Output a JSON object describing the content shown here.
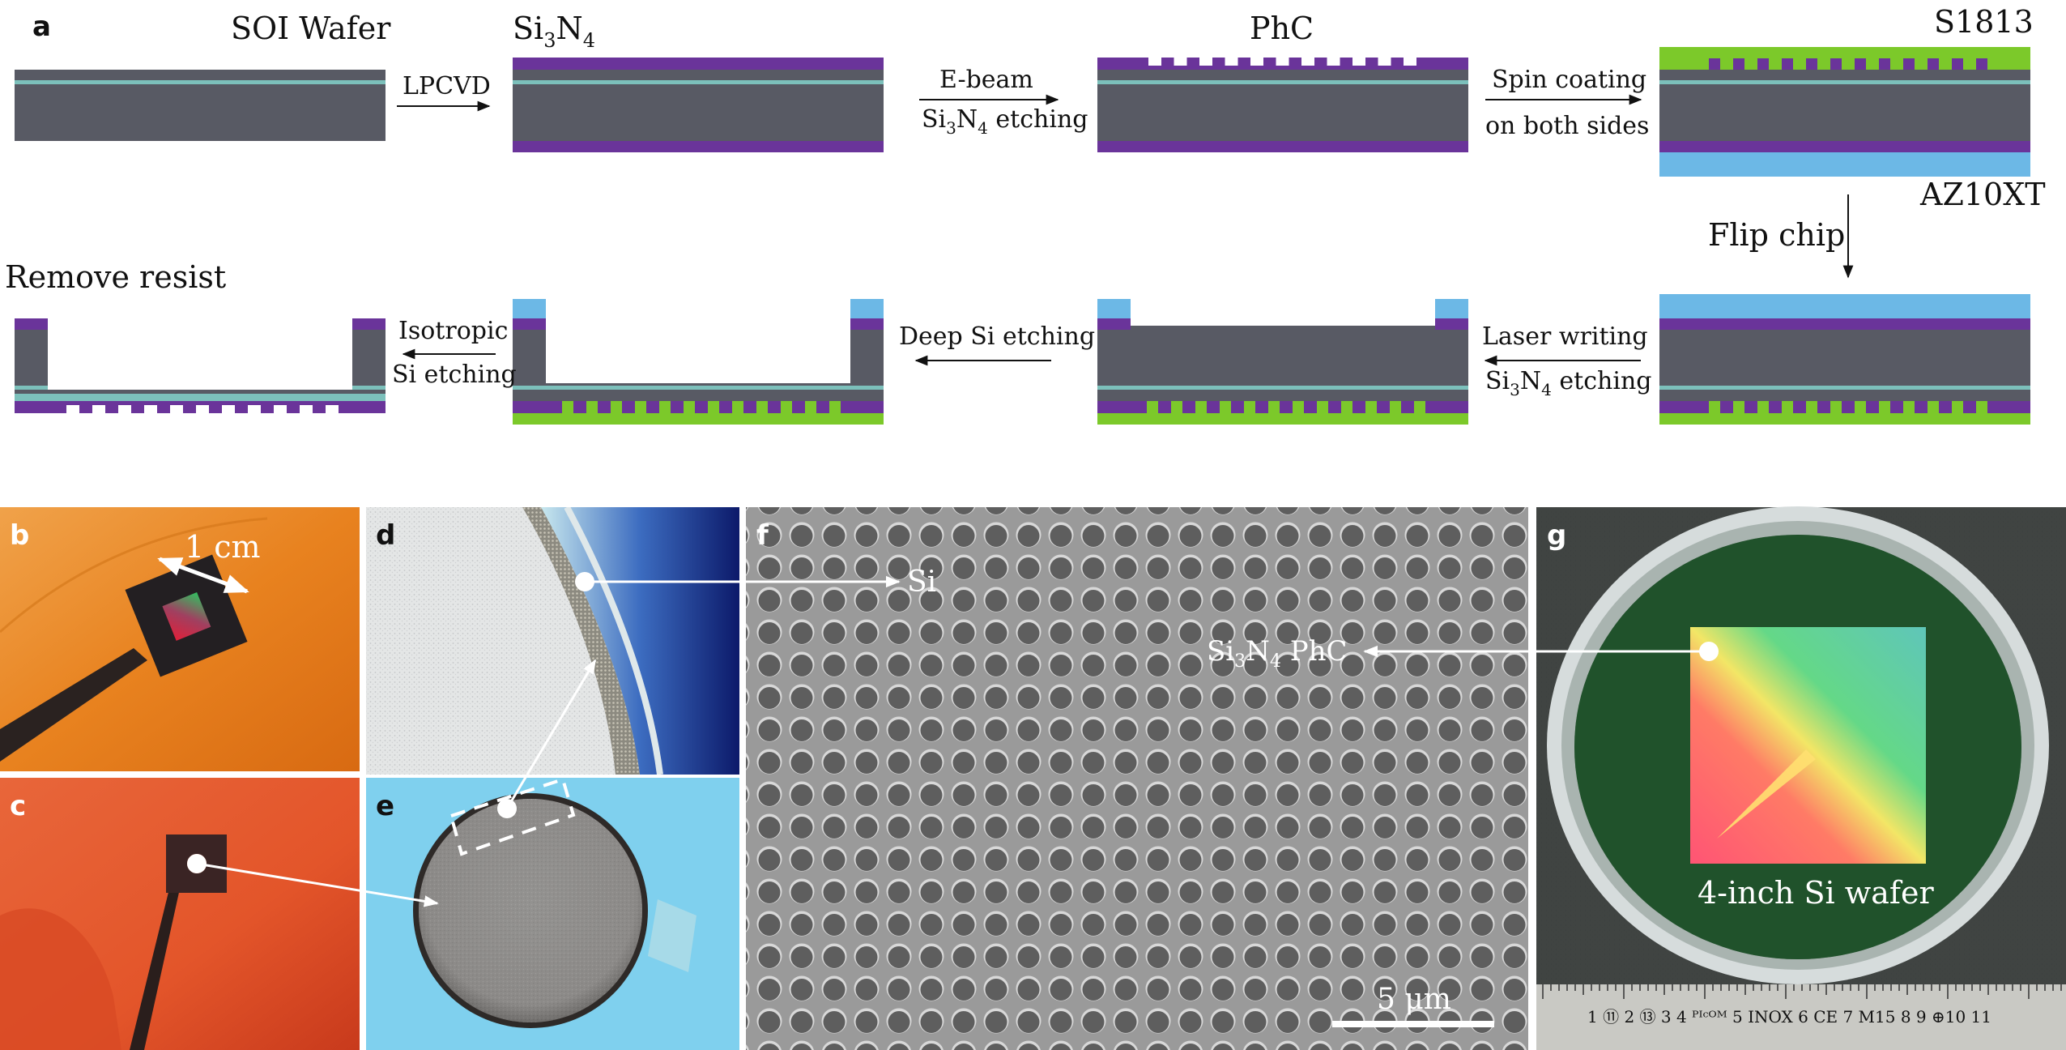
{
  "panel_letters": {
    "a": "a",
    "b": "b",
    "c": "c",
    "d": "d",
    "e": "e",
    "f": "f",
    "g": "g"
  },
  "process": {
    "soi_wafer": "SOI Wafer",
    "si3n4": {
      "base": "Si",
      "sub1": "3",
      "mid": "N",
      "sub2": "4"
    },
    "lpcvd": "LPCVD",
    "ebeam_line1": "E-beam",
    "ebeam_line2": {
      "base": "Si",
      "sub1": "3",
      "mid": "N",
      "sub2": "4",
      "rest": " etching"
    },
    "phc": "PhC",
    "spin_line1": "Spin coating",
    "spin_line2": "on both sides",
    "s1813": "S1813",
    "az10xt": "AZ10XT",
    "flip_chip": "Flip chip",
    "laser_line1": "Laser writing",
    "laser_line2": {
      "base": "Si",
      "sub1": "3",
      "mid": "N",
      "sub2": "4",
      "rest": " etching"
    },
    "deep_si": "Deep Si etching",
    "iso_line1": "Isotropic",
    "iso_line2": "Si etching",
    "remove_resist": "Remove resist"
  },
  "photos": {
    "b_scale": "1 cm",
    "si_label": "Si",
    "phc_label": {
      "base": "Si",
      "sub1": "3",
      "mid": "N",
      "sub2": "4",
      "rest": " PhC"
    },
    "scalebar": "5 μm",
    "wafer_label": "4-inch Si wafer",
    "ruler_text": "1 ⑪ 2 ⑬ 3   4 ᴾᴵᶜᴼᴹ 5  INOX 6 CE 7  M15  8  9 ⊕10   11"
  },
  "colors": {
    "silicon": "#585a64",
    "box_oxide": "#7cc0bb",
    "nitride": "#6a349a",
    "s1813": "#7cc92a",
    "az10xt": "#6cb8e6",
    "photo_orange": "#e8821f",
    "photo_red": "#e3552a",
    "photo_cyan": "#7fd0ee",
    "sem_gray": "#8a8a8a"
  }
}
